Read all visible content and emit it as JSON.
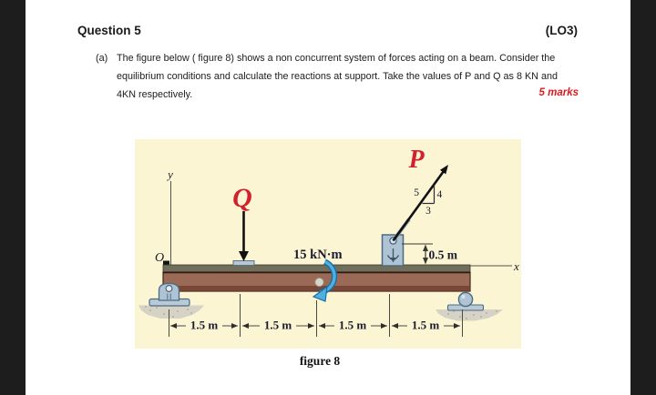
{
  "header": {
    "title": "Question 5",
    "lo": "(LO3)"
  },
  "question": {
    "item": "(a)",
    "line1": "The figure below ( figure 8) shows a non concurrent system of forces acting on a beam. Consider the",
    "line2": "equilibrium conditions and calculate the reactions at support. Take the values of P and Q as 8 KN and",
    "line3": "4KN respectively.",
    "marks": "5 marks"
  },
  "figure": {
    "caption": "figure 8",
    "axis": {
      "y": "y",
      "x": "x",
      "origin": "O"
    },
    "forces": {
      "q": "Q",
      "p": "P"
    },
    "moment": "15 kN·m",
    "height_dim": "0.5 m",
    "slope": {
      "hyp": "5",
      "rise": "4",
      "run": "3"
    },
    "dims": [
      "1.5 m",
      "1.5 m",
      "1.5 m",
      "1.5 m"
    ],
    "colors": {
      "figure_bg": "#FBF5D3",
      "beam_brown": "#9A6A57",
      "steel_blue": "#AEC3D4",
      "moment_blue": "#4FB0E0",
      "force_label_red": "#D41F2C",
      "marks_red": "#E0181E"
    }
  }
}
